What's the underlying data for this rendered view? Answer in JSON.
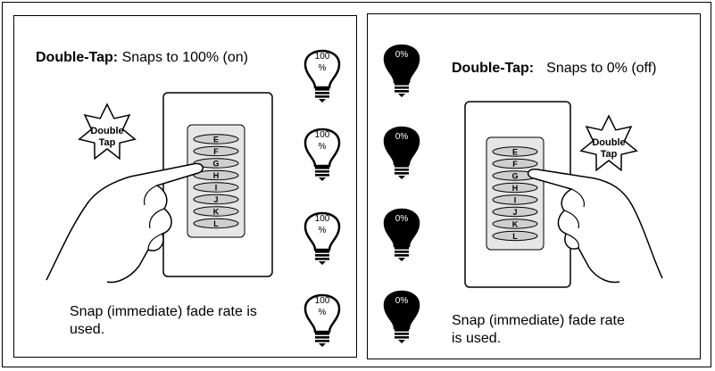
{
  "left_panel": {
    "heading_bold": "Double-Tap:",
    "heading_rest": " Snaps to 100% (on)",
    "burst_line1": "Double",
    "burst_line2": "Tap",
    "bulb_label_top": "100",
    "bulb_label_bottom": "%",
    "note_line1": "Snap (immediate) fade rate is",
    "note_line2": "used.",
    "keypad_keys": [
      "E",
      "F",
      "G",
      "H",
      "I",
      "J",
      "K",
      "L"
    ],
    "bulb_state": "on"
  },
  "right_panel": {
    "heading_bold": "Double-Tap:",
    "heading_rest": "Snaps to 0% (off)",
    "burst_line1": "Double",
    "burst_line2": "Tap",
    "bulb_label": "0%",
    "note_line1": "Snap (immediate) fade rate",
    "note_line2": "is used.",
    "keypad_keys": [
      "E",
      "F",
      "G",
      "H",
      "I",
      "J",
      "K",
      "L"
    ],
    "bulb_state": "off"
  },
  "colors": {
    "bulb_off": "#000000",
    "key_fill": "#cfcfcf",
    "keypad_fill": "#e6e6e6"
  }
}
